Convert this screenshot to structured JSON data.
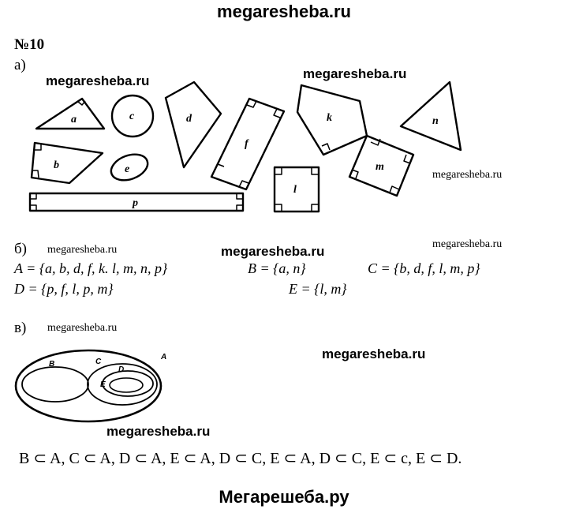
{
  "header": {
    "site": "megaresheba.ru"
  },
  "task": {
    "number": "№10"
  },
  "watermarks": {
    "a_left": "megaresheba.ru",
    "a_right": "megaresheba.ru",
    "a_small": "megaresheba.ru",
    "b_left": "megaresheba.ru",
    "b_center": "megaresheba.ru",
    "b_right": "megaresheba.ru",
    "v_left": "megaresheba.ru",
    "v_right": "megaresheba.ru",
    "bottom": "megaresheba.ru"
  },
  "part_a": {
    "label": "а)",
    "shapes": {
      "a": "a",
      "c": "c",
      "d": "d",
      "f": "f",
      "k": "k",
      "n": "n",
      "b": "b",
      "e": "e",
      "m": "m",
      "l": "l",
      "p": "p"
    }
  },
  "part_b": {
    "label": "б)",
    "set_A": "A = {a, b, d, f, k. l, m, n, p}",
    "set_B": "B = {a, n}",
    "set_C": "C = {b, d,  f, l, m, p}",
    "set_D": "D = {p, f, l, p, m}",
    "set_E": "E = {l, m}"
  },
  "part_v": {
    "label": "в)",
    "venn": {
      "A": "A",
      "B": "B",
      "C": "C",
      "D": "D",
      "E": "E"
    },
    "relations": "B ⊂ A, C ⊂ A, D ⊂ A, E ⊂ A, D ⊂ C, E ⊂ A, D ⊂ C, E ⊂ с, E ⊂ D."
  },
  "footer": {
    "site": "Мегарешеба.ру"
  }
}
